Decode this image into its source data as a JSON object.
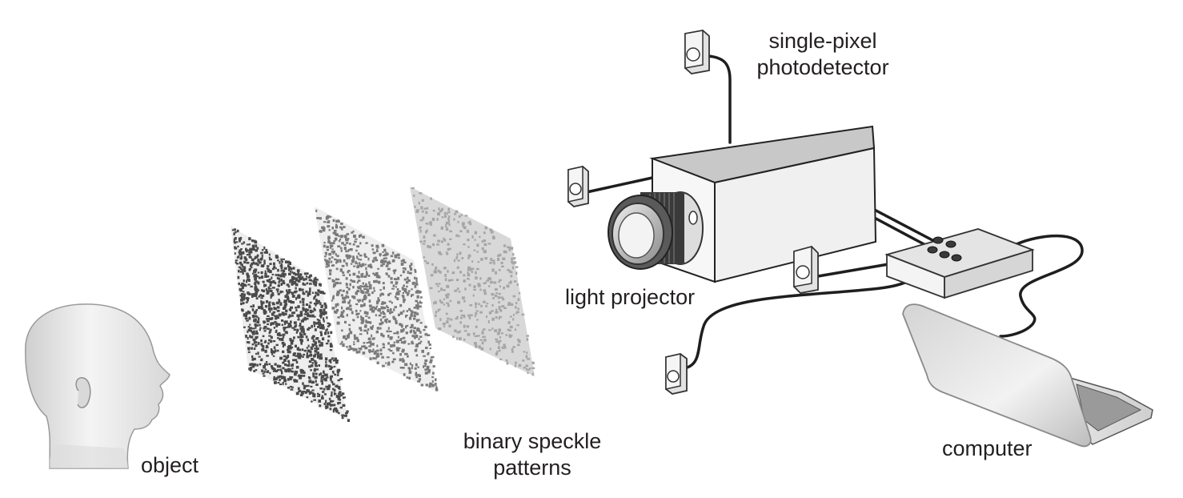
{
  "labels": {
    "object": "object",
    "speckle_line1": "binary speckle",
    "speckle_line2": "patterns",
    "projector": "light projector",
    "detector_line1": "single-pixel",
    "detector_line2": "photodetector",
    "computer": "computer"
  },
  "speckle_patterns": [
    {
      "density": 0.5,
      "tone": "#4a4a4a"
    },
    {
      "density": 0.35,
      "tone": "#7a7a7a"
    },
    {
      "density": 0.18,
      "tone": "#a6a6a6"
    }
  ]
}
